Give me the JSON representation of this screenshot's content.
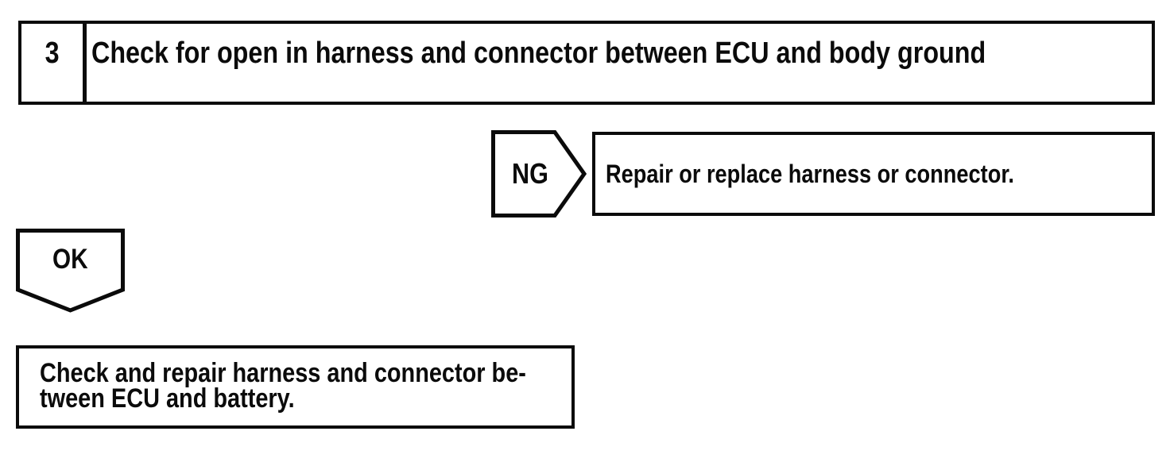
{
  "flowchart": {
    "step": {
      "number": "3",
      "instruction": "Check for open in harness and connector between ECU and body ground"
    },
    "ng_branch": {
      "label": "NG",
      "action": "Repair or replace harness or connector."
    },
    "ok_branch": {
      "label": "OK",
      "action_line1": "Check and repair harness and connector be-",
      "action_line2": "tween ECU and battery."
    },
    "colors": {
      "line": "#0b0b0b",
      "background": "#ffffff"
    }
  }
}
